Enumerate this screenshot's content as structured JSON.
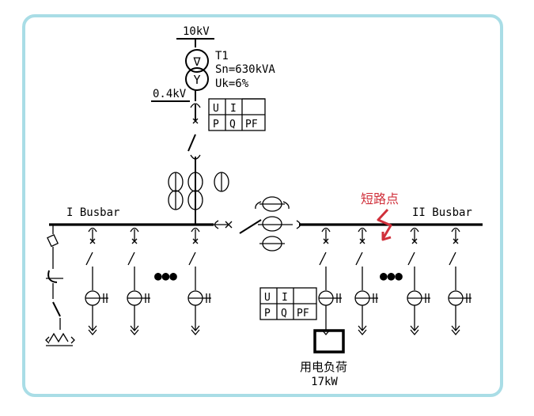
{
  "diagram": {
    "frame_color": "#a9dde6",
    "fault_color": "#d0303b",
    "grid_voltage": "10kV",
    "transformer": {
      "name": "T1",
      "rating": "Sn=630kVA",
      "impedance": "Uk=6%",
      "primary_symbol": "∇",
      "secondary_symbol": "Y"
    },
    "low_voltage": "0.4kV",
    "meter_labels": {
      "u": "U",
      "i": "I",
      "p": "P",
      "q": "Q",
      "pf": "PF"
    },
    "busbar_1": "I Busbar",
    "busbar_2": "II Busbar",
    "short_circuit_label": "短路点",
    "more_feeders": "●●●",
    "load": {
      "label": "用电负荷",
      "value": "17kW"
    }
  }
}
